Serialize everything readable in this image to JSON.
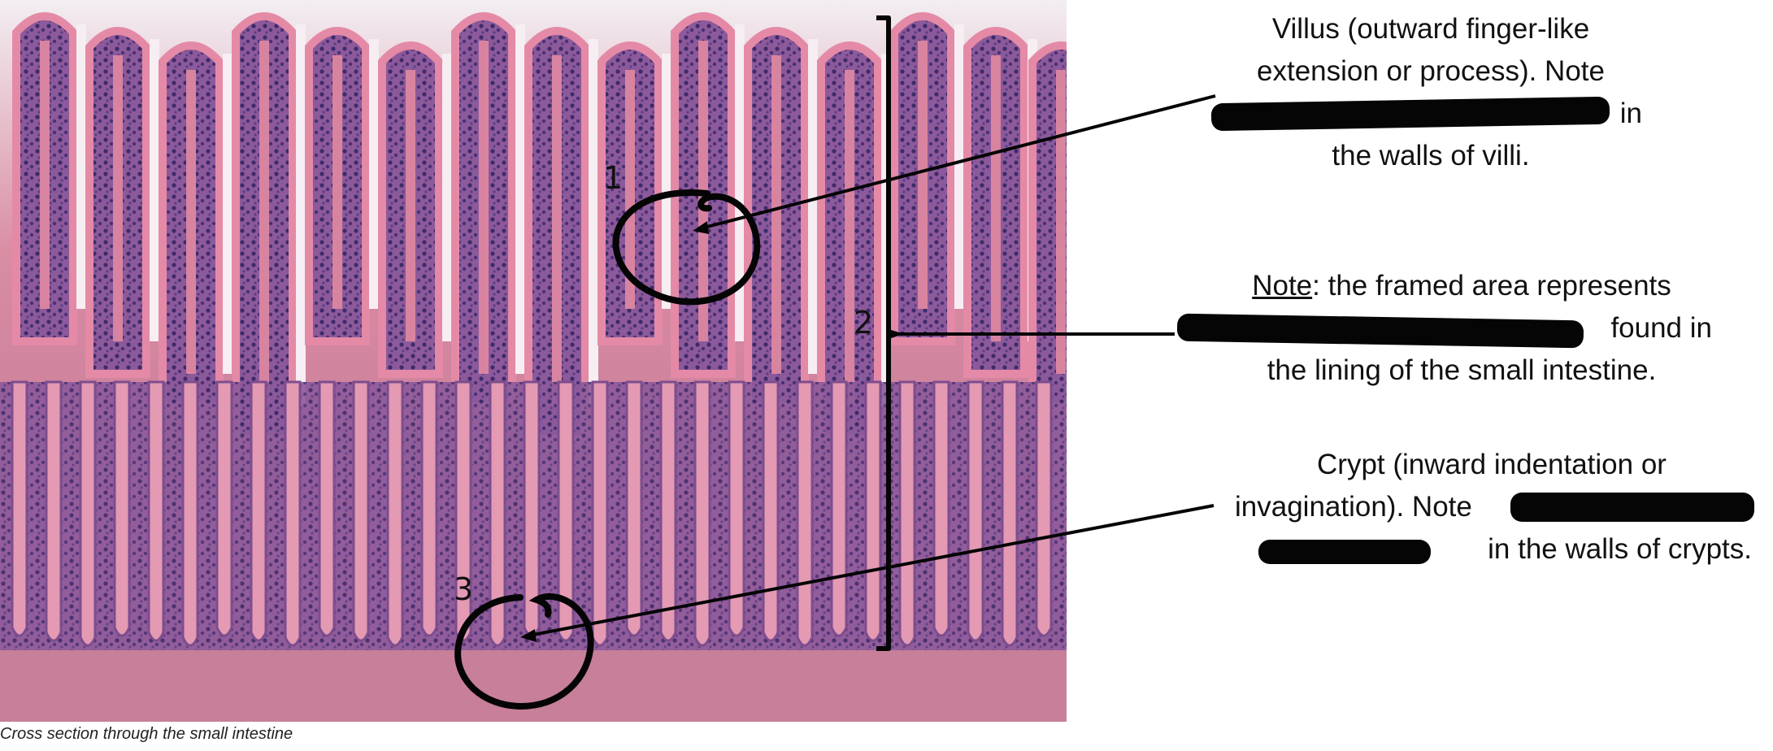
{
  "labels": {
    "villus": {
      "line1": "Villus (outward finger-like",
      "line2": "extension or process). Note",
      "line3_visible": "in",
      "line4": "the walls of villi."
    },
    "note": {
      "note_word": "Note",
      "line1_rest": ": the framed area represents",
      "line2_visible": "found in",
      "line3": "the  lining of the small intestine."
    },
    "crypt": {
      "line1": "Crypt (inward indentation or",
      "line2_visible": "invagination). Note",
      "line3_visible": "in the walls of crypts."
    }
  },
  "markers": {
    "m1": "1",
    "m2": "2",
    "m3": "3"
  },
  "caption": "Cross section through the small intestine",
  "colors": {
    "tissue_pink": "#d9798f",
    "nuclei_purple": "#5a3a82",
    "lumen_white": "#f6f3f6",
    "ink": "#050505"
  }
}
